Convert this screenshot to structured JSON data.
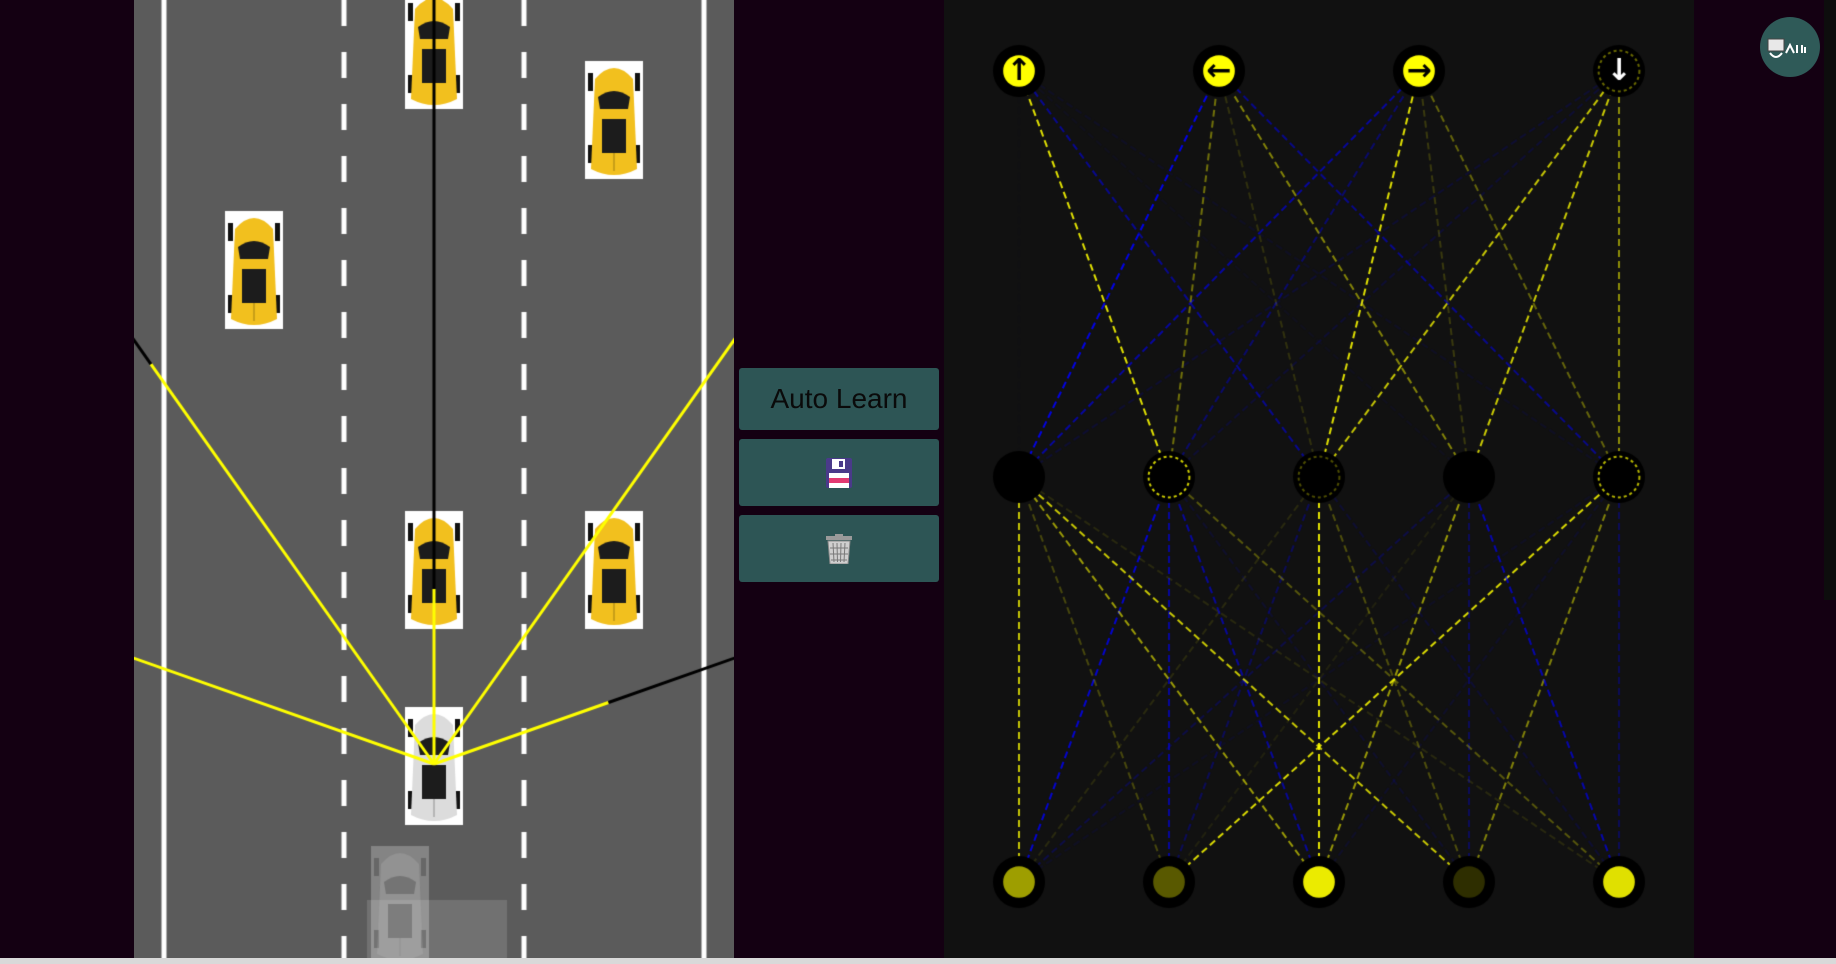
{
  "controls": {
    "auto_learn_label": "Auto Learn",
    "save_icon": "floppy-disk-icon",
    "discard_icon": "trash-can-icon"
  },
  "simulation": {
    "lane_count": 3,
    "player_car": {
      "lane": 1,
      "color": "#dcdcdc"
    },
    "traffic_cars": [
      {
        "lane": 1,
        "color": "#f2c01e"
      },
      {
        "lane": 2,
        "color": "#f2c01e"
      },
      {
        "lane": 0,
        "color": "#f2c01e"
      },
      {
        "lane": 1,
        "color": "#f2c01e"
      },
      {
        "lane": 2,
        "color": "#f2c01e"
      }
    ],
    "sensor_ray_count": 5,
    "sensor_hit_color": "#000000",
    "sensor_clear_color": "#ffff00"
  },
  "network": {
    "layers": [
      5,
      5,
      4
    ],
    "output_icons": [
      "arrow-up-icon",
      "arrow-left-icon",
      "arrow-right-icon",
      "arrow-down-icon"
    ],
    "input_activations": [
      0.62,
      0.35,
      0.92,
      0.18,
      0.88
    ],
    "hidden_activations": [
      0.0,
      0.0,
      0.0,
      0.0,
      0.0
    ],
    "output_activations": [
      1,
      1,
      1,
      0
    ],
    "positive_color": "#ffff00",
    "negative_color": "#0000ff"
  },
  "colors": {
    "page_background": "#140012",
    "road": "#5b5b5b",
    "lane_marking": "#ffffff",
    "button": "#2d5555",
    "network_panel": "#111111",
    "active_node": "#ffff00"
  }
}
